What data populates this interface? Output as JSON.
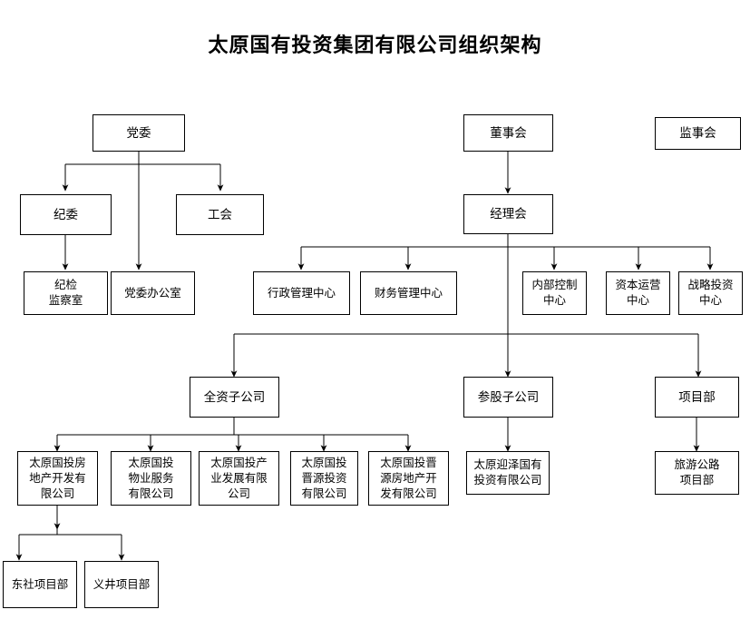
{
  "title": "太原国有投资集团有限公司组织架构",
  "chart_data": {
    "type": "diagram",
    "diagram_type": "organizational-chart",
    "title": "太原国有投资集团有限公司组织架构",
    "orientation": "top-down",
    "node_shape": "rectangle",
    "edge_style": "orthogonal-with-arrowheads",
    "colors": {
      "background": "#ffffff",
      "node_fill": "#ffffff",
      "node_border": "#000000",
      "edge": "#000000",
      "text": "#000000"
    },
    "levels": [
      [
        "党委",
        "董事会",
        "监事会"
      ],
      [
        "纪委",
        "工会",
        "经理会"
      ],
      [
        "纪检\n监察室",
        "党委办公室",
        "行政管理中心",
        "财务管理中心",
        "内部控制\n中心",
        "资本运营\n中心",
        "战略投资\n中心"
      ],
      [
        "全资子公司",
        "参股子公司",
        "项目部"
      ],
      [
        "太原国投房\n地产开发有\n限公司",
        "太原国投\n物业服务\n有限公司",
        "太原国投产\n业发展有限\n公司",
        "太原国投\n晋源投资\n有限公司",
        "太原国投晋\n源房地产开\n发有限公司",
        "太原迎泽国有\n投资有限公司",
        "旅游公路\n项目部"
      ],
      [
        "东社项目部",
        "义井项目部"
      ]
    ],
    "edges": [
      {
        "from": "党委",
        "to": "纪委"
      },
      {
        "from": "党委",
        "to": "工会"
      },
      {
        "from": "党委",
        "to": "党委办公室"
      },
      {
        "from": "纪委",
        "to": "纪检监察室"
      },
      {
        "from": "董事会",
        "to": "经理会"
      },
      {
        "from": "经理会",
        "to": "行政管理中心"
      },
      {
        "from": "经理会",
        "to": "财务管理中心"
      },
      {
        "from": "经理会",
        "to": "内部控制中心"
      },
      {
        "from": "经理会",
        "to": "资本运营中心"
      },
      {
        "from": "经理会",
        "to": "战略投资中心"
      },
      {
        "from": "经理会",
        "to": "全资子公司"
      },
      {
        "from": "经理会",
        "to": "参股子公司"
      },
      {
        "from": "经理会",
        "to": "项目部"
      },
      {
        "from": "全资子公司",
        "to": "太原国投房地产开发有限公司"
      },
      {
        "from": "全资子公司",
        "to": "太原国投物业服务有限公司"
      },
      {
        "from": "全资子公司",
        "to": "太原国投产业发展有限公司"
      },
      {
        "from": "全资子公司",
        "to": "太原国投晋源投资有限公司"
      },
      {
        "from": "全资子公司",
        "to": "太原国投晋源房地产开发有限公司"
      },
      {
        "from": "参股子公司",
        "to": "太原迎泽国有投资有限公司"
      },
      {
        "from": "项目部",
        "to": "旅游公路项目部"
      },
      {
        "from": "太原国投房地产开发有限公司",
        "to": "东社项目部"
      },
      {
        "from": "太原国投房地产开发有限公司",
        "to": "义井项目部"
      }
    ]
  },
  "nodes": {
    "party_committee": "党委",
    "board_of_directors": "董事会",
    "board_of_supervisors": "监事会",
    "discipline_committee": "纪委",
    "labor_union": "工会",
    "manager_committee": "经理会",
    "discipline_inspection_office": "纪检\n监察室",
    "party_committee_office": "党委办公室",
    "admin_management_center": "行政管理中心",
    "finance_management_center": "财务管理中心",
    "internal_control_center": "内部控制\n中心",
    "capital_operation_center": "资本运营\n中心",
    "strategic_investment_center": "战略投资\n中心",
    "wholly_owned_subsidiary": "全资子公司",
    "equity_subsidiary": "参股子公司",
    "project_department": "项目部",
    "real_estate_dev_co": "太原国投房\n地产开发有\n限公司",
    "property_service_co": "太原国投\n物业服务\n有限公司",
    "industry_dev_co": "太原国投产\n业发展有限\n公司",
    "jinyuan_investment_co": "太原国投\n晋源投资\n有限公司",
    "jinyuan_real_estate_co": "太原国投晋\n源房地产开\n发有限公司",
    "yingze_state_investment_co": "太原迎泽国有\n投资有限公司",
    "tourism_highway_project": "旅游公路\n项目部",
    "dongshe_project": "东社项目部",
    "yijing_project": "义井项目部"
  }
}
